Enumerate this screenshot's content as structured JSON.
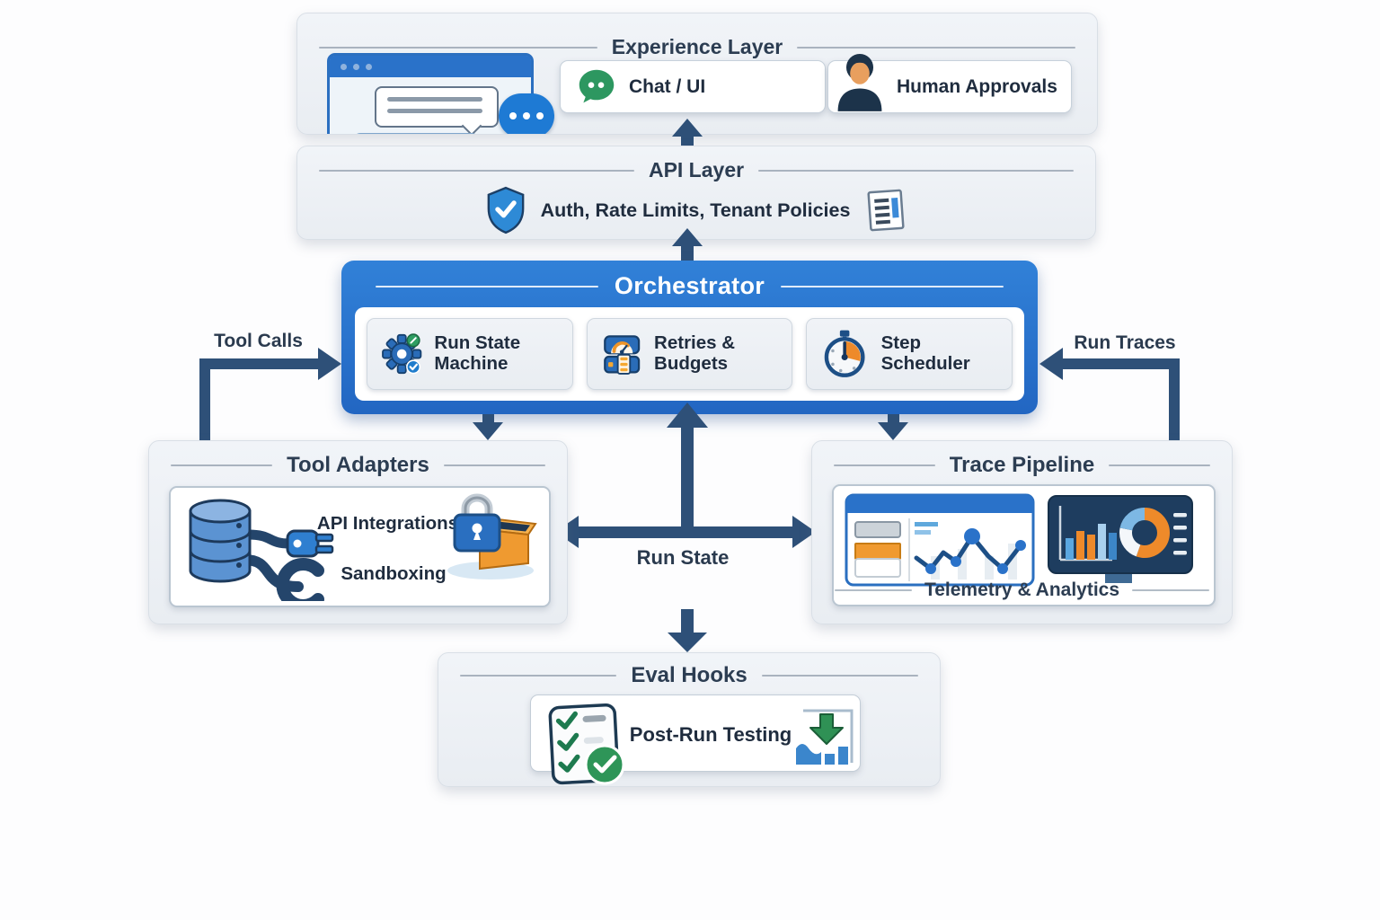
{
  "experience_layer": {
    "title": "Experience Layer",
    "cards": [
      {
        "label": "Chat / UI",
        "icon": "chat-bubble-icon"
      },
      {
        "label": "Human Approvals",
        "icon": "person-icon"
      }
    ]
  },
  "api_layer": {
    "title": "API Layer",
    "caption": "Auth, Rate Limits, Tenant Policies",
    "icons": [
      "shield-check-icon",
      "policy-document-icon"
    ]
  },
  "orchestrator": {
    "title": "Orchestrator",
    "cards": [
      {
        "label": "Run State Machine",
        "icon": "gear-state-icon"
      },
      {
        "label": "Retries & Budgets",
        "icon": "retry-budget-icon"
      },
      {
        "label": "Step Scheduler",
        "icon": "stopwatch-icon"
      }
    ]
  },
  "tool_adapters": {
    "title": "Tool Adapters",
    "items": [
      {
        "label": "API Integrations",
        "icon": "database-plug-icon"
      },
      {
        "label": "Sandboxing",
        "icon": "wrench-icon"
      }
    ],
    "extra_icon": "lock-sandbox-icon"
  },
  "trace_pipeline": {
    "title": "Trace Pipeline",
    "caption": "Telemetry & Analytics",
    "icons": [
      "telemetry-window-icon",
      "analytics-dashboard-icon"
    ]
  },
  "eval_hooks": {
    "title": "Eval Hooks",
    "caption": "Post-Run Testing",
    "icons": [
      "checklist-icon",
      "chart-download-icon"
    ]
  },
  "edges": {
    "tool_calls": "Tool Calls",
    "run_traces": "Run Traces",
    "run_state": "Run State"
  },
  "colors": {
    "orchestrator_blue": "#2a72c9",
    "arrow_navy": "#2e5078",
    "panel_bg": "#edf1f6",
    "chat_green": "#2d9760",
    "accent_orange": "#ee9428",
    "title_navy": "#2c3d52"
  }
}
